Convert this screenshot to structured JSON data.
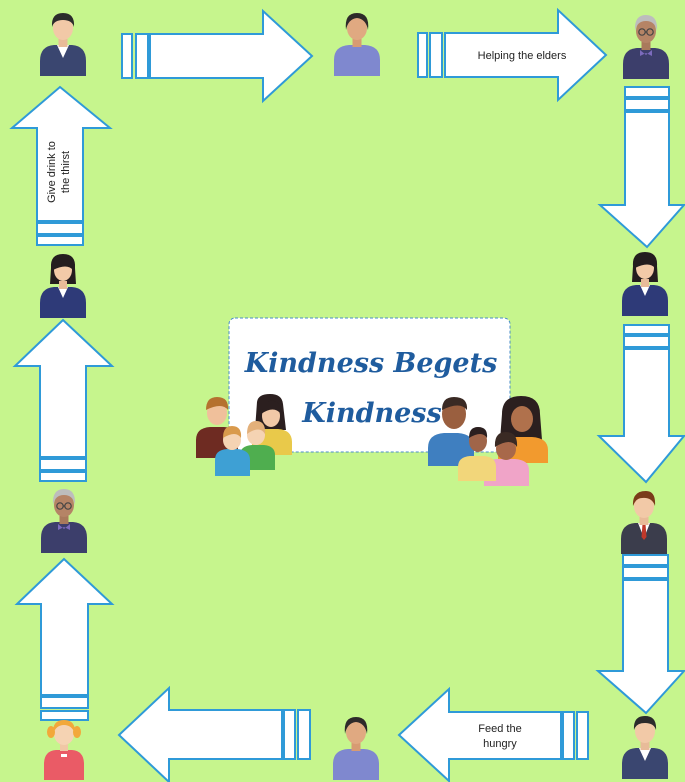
{
  "title": {
    "line1": "Kindness Begets",
    "line2": "Kindness"
  },
  "arrow_labels": {
    "helping": "Helping the elders",
    "drink_line1": "Give drink to",
    "drink_line2": "the thirst",
    "feed_line1": "Feed the",
    "feed_line2": "hungry"
  },
  "colors": {
    "background": "#c6f58d",
    "arrow_fill": "#ffffff",
    "arrow_stroke": "#2f9ad8",
    "title": "#1f5c9e"
  }
}
